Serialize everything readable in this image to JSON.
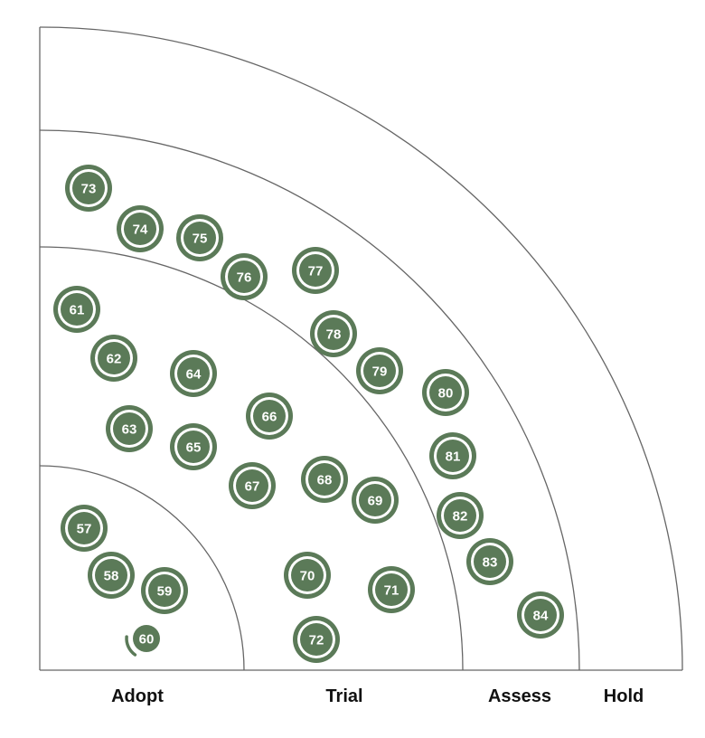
{
  "colors": {
    "blip": "#5b7a58",
    "ring_line": "#666666",
    "label_text": "#111111"
  },
  "rings": [
    {
      "name": "Adopt"
    },
    {
      "name": "Trial"
    },
    {
      "name": "Assess"
    },
    {
      "name": "Hold"
    }
  ],
  "blips": [
    {
      "id": "57",
      "ring": "Adopt"
    },
    {
      "id": "58",
      "ring": "Adopt"
    },
    {
      "id": "59",
      "ring": "Adopt"
    },
    {
      "id": "60",
      "ring": "Adopt",
      "moved": true
    },
    {
      "id": "61",
      "ring": "Trial"
    },
    {
      "id": "62",
      "ring": "Trial"
    },
    {
      "id": "63",
      "ring": "Trial"
    },
    {
      "id": "64",
      "ring": "Trial"
    },
    {
      "id": "65",
      "ring": "Trial"
    },
    {
      "id": "66",
      "ring": "Trial"
    },
    {
      "id": "67",
      "ring": "Trial"
    },
    {
      "id": "68",
      "ring": "Trial"
    },
    {
      "id": "69",
      "ring": "Trial"
    },
    {
      "id": "70",
      "ring": "Trial"
    },
    {
      "id": "71",
      "ring": "Trial"
    },
    {
      "id": "72",
      "ring": "Trial"
    },
    {
      "id": "73",
      "ring": "Assess"
    },
    {
      "id": "74",
      "ring": "Assess"
    },
    {
      "id": "75",
      "ring": "Assess"
    },
    {
      "id": "76",
      "ring": "Assess"
    },
    {
      "id": "77",
      "ring": "Assess"
    },
    {
      "id": "78",
      "ring": "Assess"
    },
    {
      "id": "79",
      "ring": "Assess"
    },
    {
      "id": "80",
      "ring": "Assess"
    },
    {
      "id": "81",
      "ring": "Assess"
    },
    {
      "id": "82",
      "ring": "Assess"
    },
    {
      "id": "83",
      "ring": "Assess"
    },
    {
      "id": "84",
      "ring": "Assess"
    }
  ]
}
